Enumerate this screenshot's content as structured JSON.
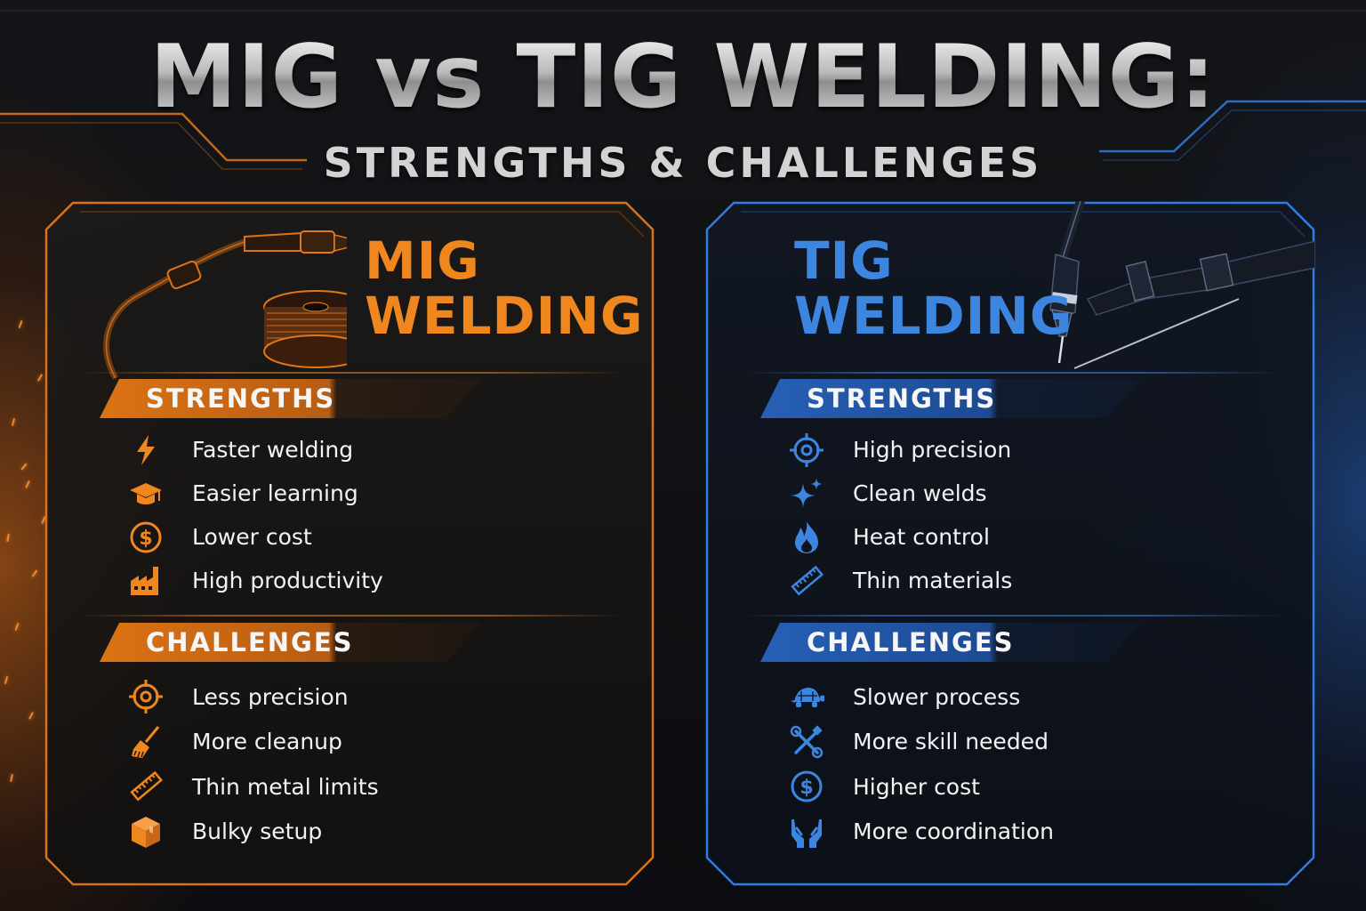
{
  "title": "MIG vs TIG WELDING:",
  "subtitle": "STRENGTHS & CHALLENGES",
  "colors": {
    "mig_accent": "#f0861e",
    "tig_accent": "#3d86e0",
    "background": "#0e0f12"
  },
  "mig": {
    "heading_line1": "MIG",
    "heading_line2": "WELDING",
    "tool_icon": "mig-torch-and-wire-spool",
    "strengths_label": "STRENGTHS",
    "strengths": [
      {
        "icon": "lightning-icon",
        "text": "Faster welding"
      },
      {
        "icon": "graduation-cap-icon",
        "text": "Easier learning"
      },
      {
        "icon": "dollar-icon",
        "text": "Lower cost"
      },
      {
        "icon": "factory-icon",
        "text": "High productivity"
      }
    ],
    "challenges_label": "CHALLENGES",
    "challenges": [
      {
        "icon": "target-icon",
        "text": "Less precision"
      },
      {
        "icon": "broom-icon",
        "text": "More cleanup"
      },
      {
        "icon": "ruler-icon",
        "text": "Thin metal limits"
      },
      {
        "icon": "box-icon",
        "text": "Bulky setup"
      }
    ]
  },
  "tig": {
    "heading_line1": "TIG",
    "heading_line2": "WELDING",
    "tool_icon": "tig-torch-and-filler-rod",
    "strengths_label": "STRENGTHS",
    "strengths": [
      {
        "icon": "target-icon",
        "text": "High precision"
      },
      {
        "icon": "sparkle-icon",
        "text": "Clean welds"
      },
      {
        "icon": "flame-icon",
        "text": "Heat control"
      },
      {
        "icon": "ruler-icon",
        "text": "Thin materials"
      }
    ],
    "challenges_label": "CHALLENGES",
    "challenges": [
      {
        "icon": "turtle-icon",
        "text": "Slower process"
      },
      {
        "icon": "wrench-screwdriver-icon",
        "text": "More skill needed"
      },
      {
        "icon": "dollar-icon",
        "text": "Higher cost"
      },
      {
        "icon": "hands-icon",
        "text": "More coordination"
      }
    ]
  }
}
